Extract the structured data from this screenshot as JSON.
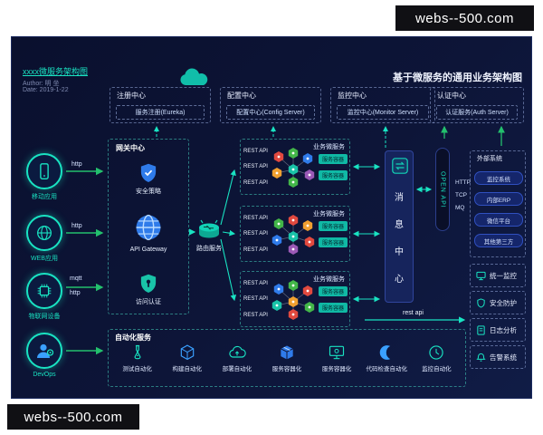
{
  "watermarks": {
    "top": "webs--500.com",
    "bottom": "webs--500.com"
  },
  "header": {
    "doc_title": "xxxx微服务架构图",
    "author": "Author: 明 坐",
    "date": "Date: 2019-1-22",
    "diagram_title": "基于微服务的通用业务架构图"
  },
  "centers": [
    {
      "title": "注册中心",
      "service": "服务注册(Eureka)"
    },
    {
      "title": "配置中心",
      "service": "配置中心(Config Server)"
    },
    {
      "title": "监控中心",
      "service": "监控中心(Monitor Server)"
    },
    {
      "title": "认证中心",
      "service": "认证服务(Auth Server)"
    }
  ],
  "clients": [
    {
      "label": "移动应用",
      "protocol": "http"
    },
    {
      "label": "WEB应用",
      "protocol": "http"
    },
    {
      "label": "物联网设备",
      "protocol": "mqtt",
      "protocol2": "http"
    },
    {
      "label": "DevOps"
    }
  ],
  "gateway": {
    "title": "网关中心",
    "items": [
      "安全策略",
      "API Gateway",
      "访问认证"
    ]
  },
  "router_label": "路由服务",
  "cluster": {
    "title": "业务微服务",
    "rest_api": "REST API",
    "container": "服务容器"
  },
  "message_center": {
    "c0": "消",
    "c1": "息",
    "c2": "中",
    "c3": "心"
  },
  "open_api_label": "OPEN API",
  "protocols": [
    "HTTP",
    "TCP",
    "MQ"
  ],
  "external": {
    "title": "外部系统",
    "items": [
      "监控系统",
      "内部ERP",
      "微信平台",
      "其他第三方"
    ]
  },
  "ops": [
    "统一监控",
    "安全防护",
    "日志分析",
    "告警系统"
  ],
  "rest_api_label": "rest api",
  "automation": {
    "title": "自动化服务",
    "items": [
      "测试自动化",
      "构建自动化",
      "部署自动化",
      "服务容器化",
      "服务容器化",
      "代码检查自动化",
      "监控自动化"
    ]
  },
  "colors": {
    "accent": "#19e3c2",
    "green": "#23c06d",
    "blue": "#2f7bea"
  }
}
